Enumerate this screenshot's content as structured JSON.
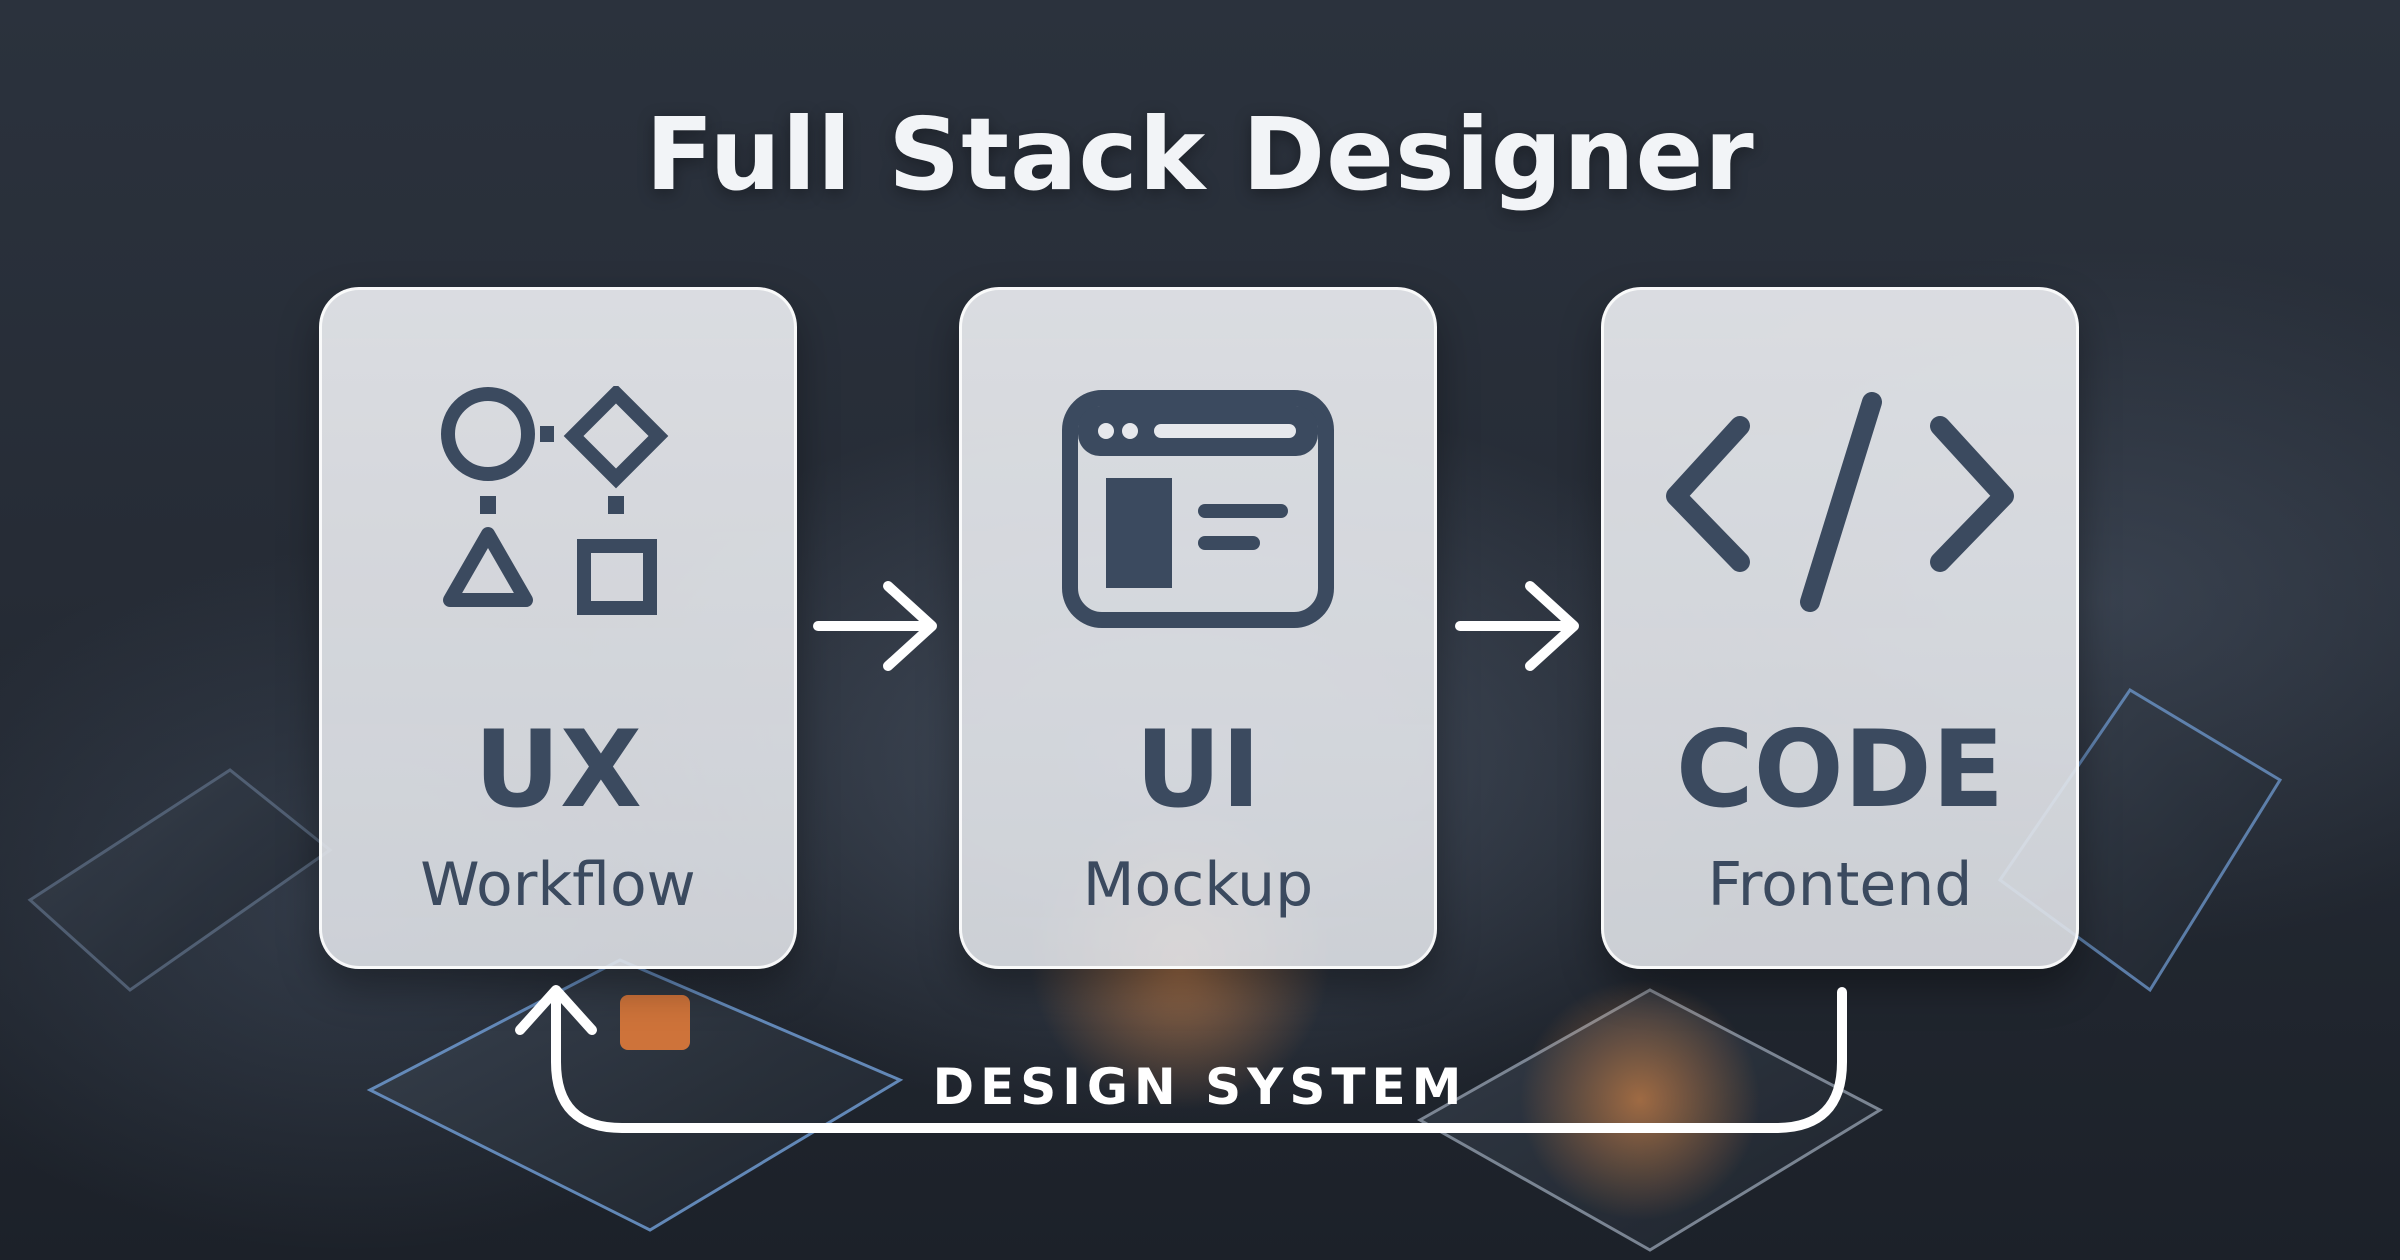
{
  "title": "Full Stack Designer",
  "steps": [
    {
      "label": "UX",
      "sublabel": "Workflow",
      "icon": "shapes-flow-icon"
    },
    {
      "label": "UI",
      "sublabel": "Mockup",
      "icon": "browser-window-icon"
    },
    {
      "label": "CODE",
      "sublabel": "Frontend",
      "icon": "code-brackets-icon"
    }
  ],
  "loop_label": "DESIGN SYSTEM",
  "colors": {
    "icon": "#3b4a5f",
    "card": "#e6e8ec",
    "arrow": "#ffffff"
  }
}
